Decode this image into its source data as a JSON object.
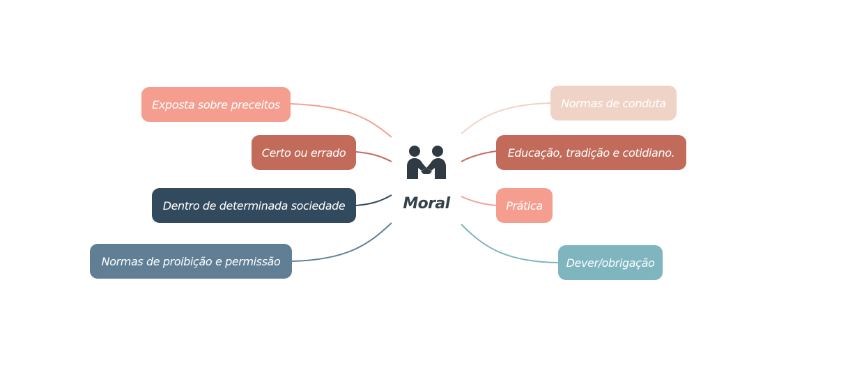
{
  "colors": {
    "salmon": "#f59e8f",
    "terracotta": "#c26b5b",
    "navy": "#324a5e",
    "slate": "#607f94",
    "peach": "#efd3c7",
    "teal": "#7eb5bf",
    "icon": "#2f3a42"
  },
  "center": {
    "label": "Moral",
    "icon": "handshake-icon"
  },
  "left_nodes": [
    {
      "label": "Exposta sobre preceitos",
      "color": "#f59e8f"
    },
    {
      "label": "Certo ou errado",
      "color": "#c26b5b"
    },
    {
      "label": "Dentro de determinada sociedade",
      "color": "#324a5e"
    },
    {
      "label": "Normas de proibição e permissão",
      "color": "#607f94"
    }
  ],
  "right_nodes": [
    {
      "label": "Normas de conduta",
      "color": "#efd3c7"
    },
    {
      "label": "Educação, tradição e cotidiano.",
      "color": "#c26b5b"
    },
    {
      "label": "Prática",
      "color": "#f59e8f"
    },
    {
      "label": "Dever/obrigação",
      "color": "#7eb5bf"
    }
  ]
}
